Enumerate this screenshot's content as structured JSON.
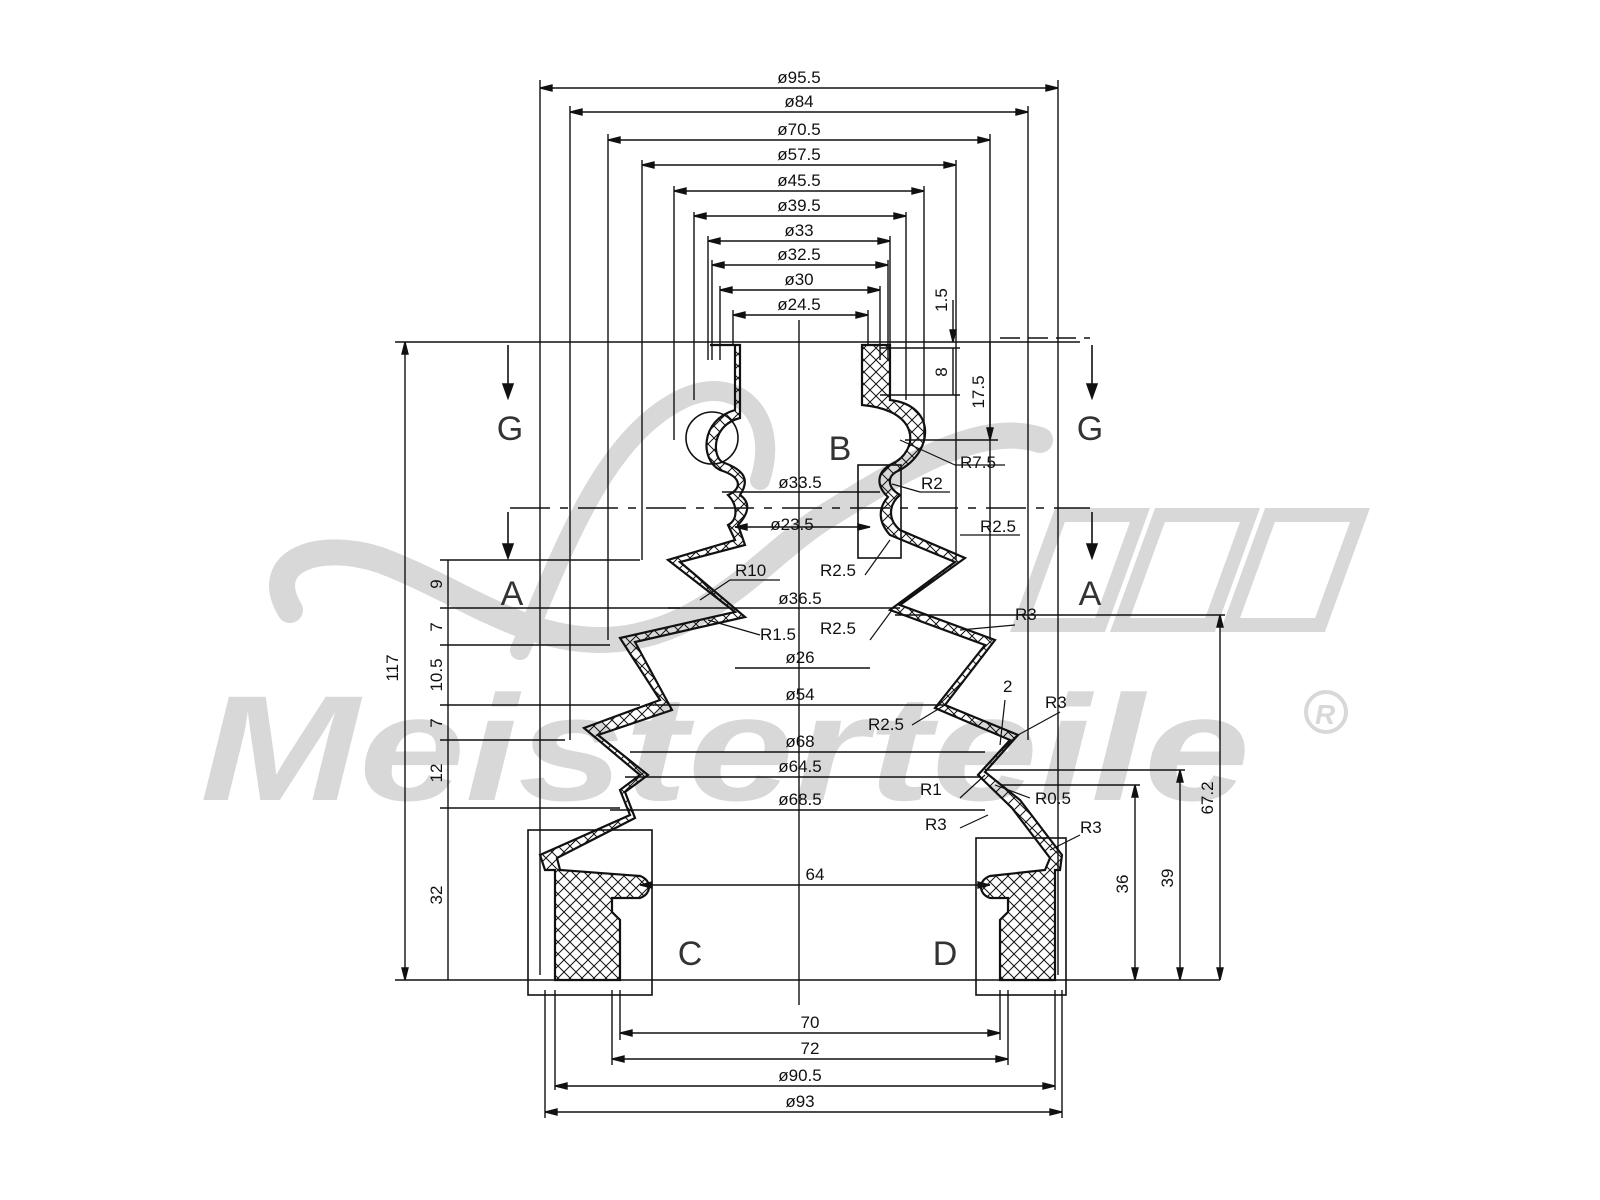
{
  "watermark": {
    "brand": "Meisterteile",
    "registered": "R",
    "color": "#d4d4d4"
  },
  "diameters_top": [
    "ø95.5",
    "ø84",
    "ø70.5",
    "ø57.5",
    "ø45.5",
    "ø39.5",
    "ø33",
    "ø32.5",
    "ø30",
    "ø24.5"
  ],
  "diameters_inner": [
    "ø33.5",
    "ø23.5",
    "ø36.5",
    "ø26",
    "ø54",
    "ø68",
    "ø64.5",
    "ø68.5"
  ],
  "diameters_bottom": [
    "70",
    "72",
    "ø90.5",
    "ø93"
  ],
  "width_inner": "64",
  "heights_left": [
    "117",
    "9",
    "7",
    "10.5",
    "7",
    "12",
    "32"
  ],
  "heights_right": [
    "1.5",
    "8",
    "17.5",
    "36",
    "39",
    "67.2"
  ],
  "radii": [
    "R7.5",
    "R2",
    "R2.5",
    "R10",
    "R2.5",
    "R1.5",
    "R2.5",
    "R3",
    "R2.5",
    "R3",
    "R1",
    "R0.5",
    "R3",
    "R3"
  ],
  "small_dim": "2",
  "section_labels": {
    "g_left": "G",
    "g_right": "G",
    "a_left": "A",
    "a_right": "A"
  },
  "detail_labels": {
    "b": "B",
    "c": "C",
    "d": "D"
  }
}
